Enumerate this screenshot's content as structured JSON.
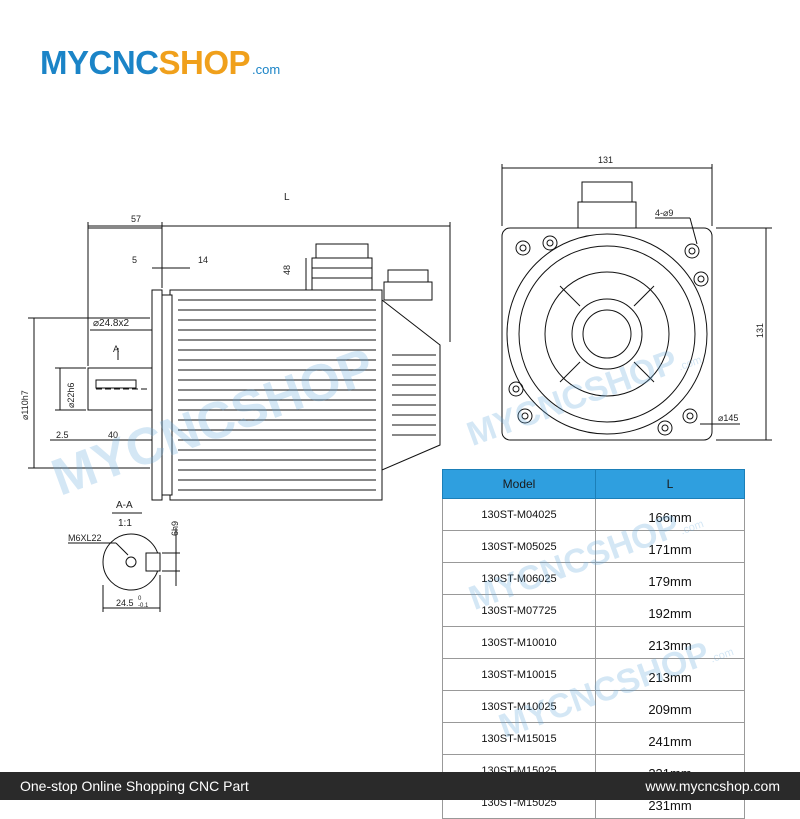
{
  "brand": {
    "name_part1": "MYCNC",
    "name_part2": "SHOP",
    "domain_suffix": ".com",
    "color_primary": "#1b84c7",
    "color_accent": "#f0a01b"
  },
  "drawing": {
    "dim_L": "L",
    "dim_57": "57",
    "dim_5": "5",
    "dim_14": "14",
    "dim_48": "48",
    "dim_24_8x2": "⌀24.8x2",
    "dim_A": "A",
    "dim_22h6": "⌀22h6",
    "dim_110h7": "⌀110h7",
    "dim_2_5": "2.5",
    "dim_40": "40",
    "section_label": "A-A",
    "section_scale": "1:1",
    "dim_M6XL22": "M6XL22",
    "dim_6h9": "6h9",
    "dim_24_5": "24.5",
    "dim_24_5_tol_upper": "0",
    "dim_24_5_tol_lower": "-0.1",
    "dim_131_top": "131",
    "dim_4_9": "4-⌀9",
    "dim_131_side": "131",
    "dim_145": "⌀145"
  },
  "table": {
    "col_model": "Model",
    "col_L": "L",
    "rows": [
      {
        "model": "130ST-M04025",
        "length": "166mm"
      },
      {
        "model": "130ST-M05025",
        "length": "171mm"
      },
      {
        "model": "130ST-M06025",
        "length": "179mm"
      },
      {
        "model": "130ST-M07725",
        "length": "192mm"
      },
      {
        "model": "130ST-M10010",
        "length": "213mm"
      },
      {
        "model": "130ST-M10015",
        "length": "213mm"
      },
      {
        "model": "130ST-M10025",
        "length": "209mm"
      },
      {
        "model": "130ST-M15015",
        "length": "241mm"
      },
      {
        "model": "130ST-M15025",
        "length": "231mm"
      },
      {
        "model": "130ST-M15025",
        "length": "231mm"
      }
    ]
  },
  "footer": {
    "left": "One-stop Online Shopping CNC Part",
    "right": "www.mycncshop.com"
  },
  "watermark": {
    "text": "MYCNCSHOP",
    "suffix": ".com"
  }
}
